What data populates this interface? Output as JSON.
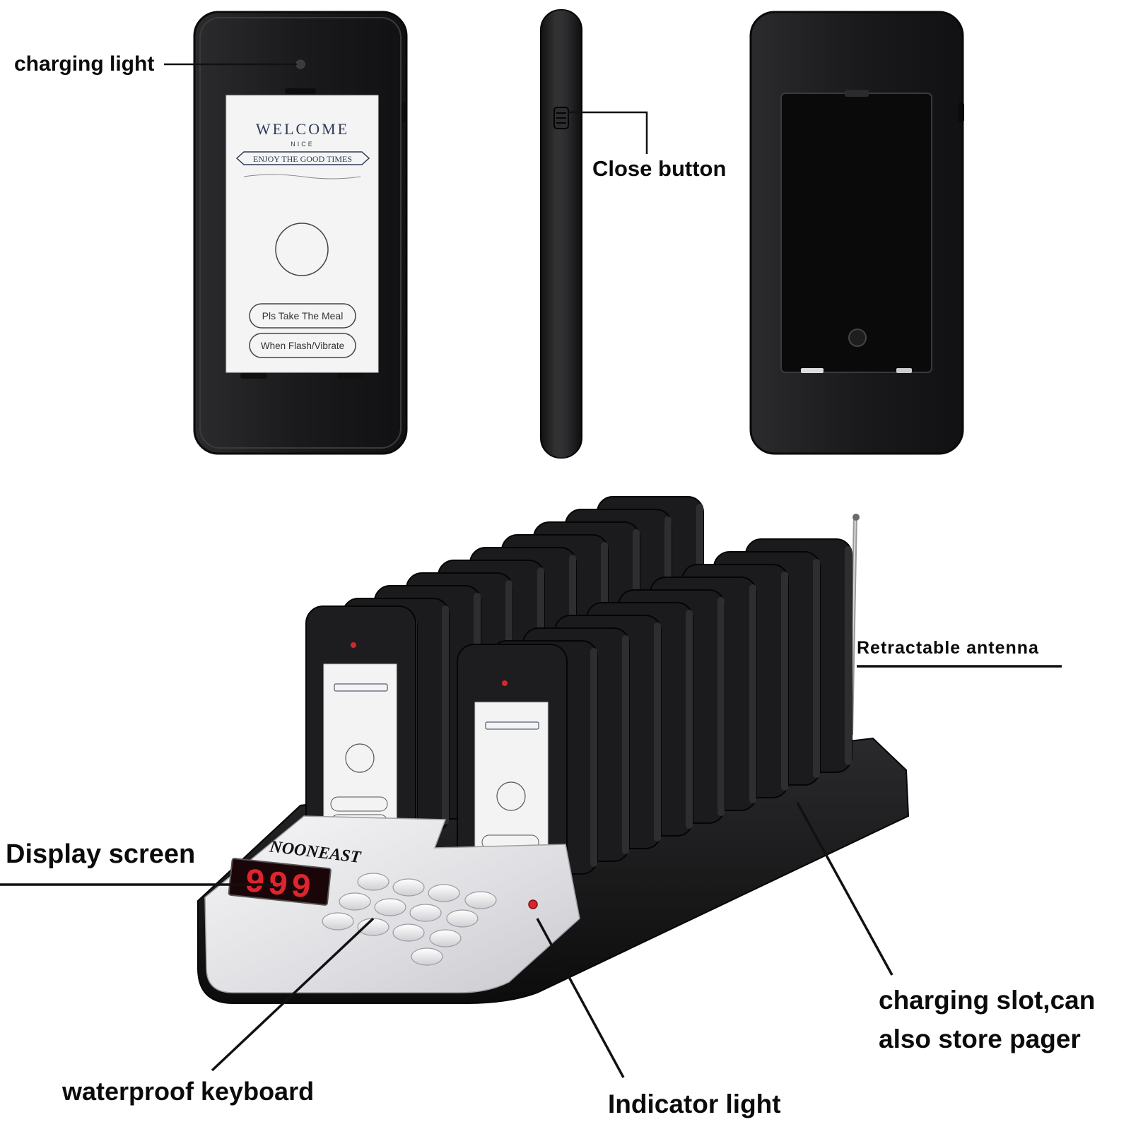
{
  "callouts": {
    "charging_light": "charging  light",
    "close_button": "Close button",
    "retractable_antenna": "Retractable antenna",
    "display_screen": "Display screen",
    "charging_slot": "charging slot,can also store pager",
    "waterproof_keyboard": "waterproof keyboard",
    "indicator_light": "Indicator light"
  },
  "pager_card": {
    "welcome": "WELCOME",
    "nice": "NICE",
    "enjoy": "ENJOY THE GOOD TIMES",
    "take_meal": "Pls Take The Meal",
    "when_flash": "When Flash/Vibrate"
  },
  "base": {
    "brand": "NOONEAST",
    "display_value": "999"
  },
  "colors": {
    "device_body": "#1c1c1e",
    "device_rim": "#2a2a2c",
    "display_red": "#e0242d",
    "indicator_red": "#d9252b",
    "panel_silver": "#e8e8ea"
  },
  "icons": {
    "charging_light": "led-dot-icon",
    "indicator_light": "led-dot-icon",
    "close_button": "side-switch-icon"
  }
}
